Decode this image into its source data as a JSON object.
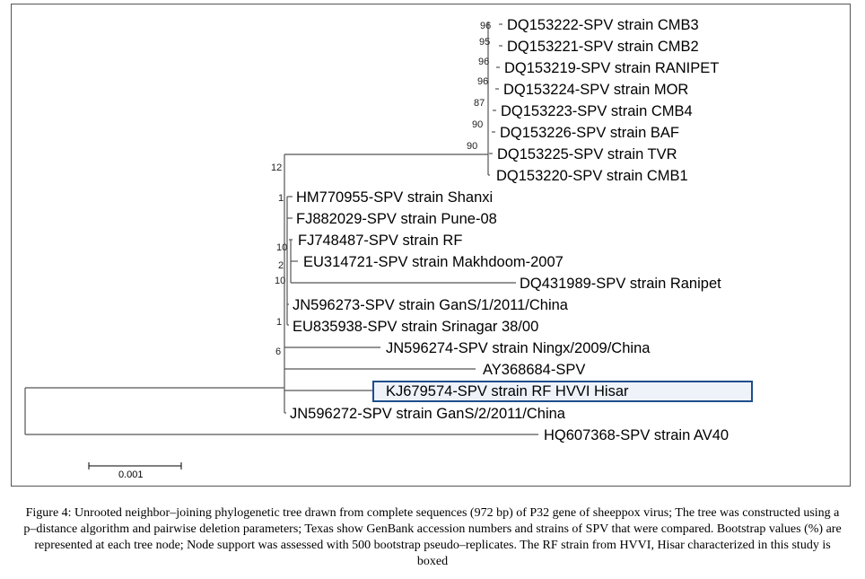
{
  "tree": {
    "leaves": [
      {
        "id": "l1",
        "label": "DQ153222-SPV strain CMB3"
      },
      {
        "id": "l2",
        "label": "DQ153221-SPV strain CMB2"
      },
      {
        "id": "l3",
        "label": "DQ153219-SPV strain RANIPET"
      },
      {
        "id": "l4",
        "label": "DQ153224-SPV strain MOR"
      },
      {
        "id": "l5",
        "label": "DQ153223-SPV strain CMB4"
      },
      {
        "id": "l6",
        "label": "DQ153226-SPV strain BAF"
      },
      {
        "id": "l7",
        "label": "DQ153225-SPV strain TVR"
      },
      {
        "id": "l8",
        "label": "DQ153220-SPV strain CMB1"
      },
      {
        "id": "l9",
        "label": "HM770955-SPV strain Shanxi"
      },
      {
        "id": "l10",
        "label": "FJ882029-SPV strain Pune-08"
      },
      {
        "id": "l11",
        "label": "FJ748487-SPV strain RF"
      },
      {
        "id": "l12",
        "label": "EU314721-SPV strain Makhdoom-2007"
      },
      {
        "id": "l13",
        "label": "DQ431989-SPV strain Ranipet"
      },
      {
        "id": "l14",
        "label": "JN596273-SPV strain GanS/1/2011/China"
      },
      {
        "id": "l15",
        "label": "EU835938-SPV strain Srinagar 38/00"
      },
      {
        "id": "l16",
        "label": "JN596274-SPV strain Ningx/2009/China"
      },
      {
        "id": "l17",
        "label": "AY368684-SPV"
      },
      {
        "id": "l18",
        "label": "KJ679574-SPV strain RF HVVI Hisar",
        "boxed": true
      },
      {
        "id": "l19",
        "label": "JN596272-SPV strain GanS/2/2011/China"
      },
      {
        "id": "l20",
        "label": "HQ607368-SPV strain AV40"
      }
    ],
    "bootstrap": [
      "96",
      "95",
      "96",
      "96",
      "87",
      "90",
      "90",
      "12",
      "1",
      "10",
      "2",
      "10",
      "1",
      "6"
    ],
    "scale_bar_label": "0.001",
    "box_color": "#1f4e8c"
  },
  "caption": "Figure 4: Unrooted neighbor–joining phylogenetic tree drawn from complete sequences (972 bp) of P32 gene of sheeppox virus; The tree was constructed using a    p–distance algorithm and pairwise deletion parameters; Texas show GenBank accession numbers and strains of SPV that were compared. Bootstrap values (%) are represented at each tree node; Node support was assessed with 500 bootstrap pseudo–replicates. The RF strain from HVVI, Hisar characterized in this study is boxed"
}
